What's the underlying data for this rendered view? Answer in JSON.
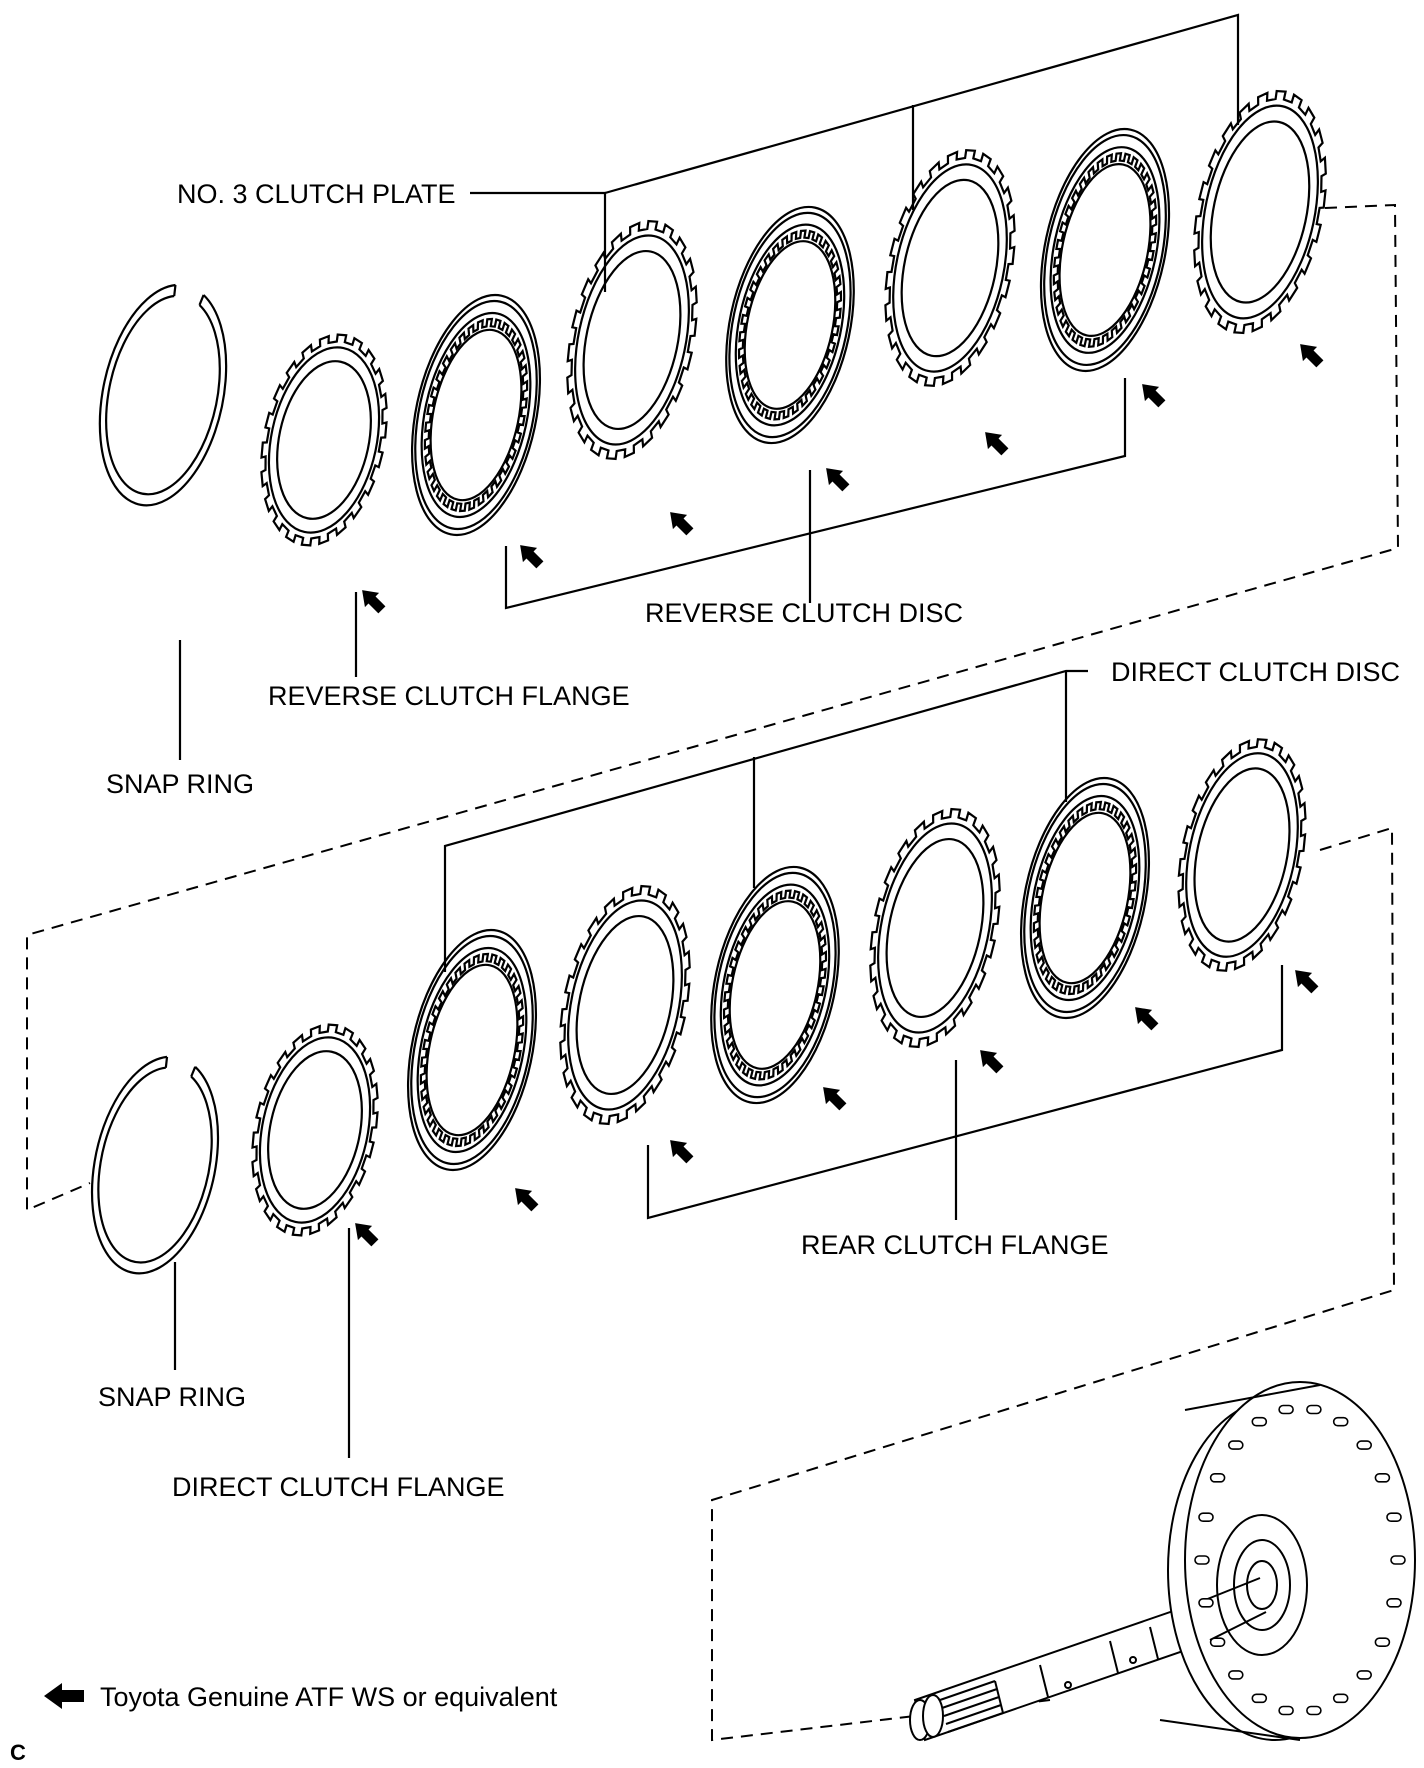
{
  "labels": {
    "no3_clutch_plate": "NO. 3 CLUTCH PLATE",
    "reverse_clutch_disc": "REVERSE CLUTCH DISC",
    "reverse_clutch_flange": "REVERSE CLUTCH FLANGE",
    "snap_ring_upper": "SNAP RING",
    "direct_clutch_disc": "DIRECT CLUTCH DISC",
    "rear_clutch_flange": "REAR CLUTCH FLANGE",
    "snap_ring_lower": "SNAP RING",
    "direct_clutch_flange": "DIRECT CLUTCH FLANGE"
  },
  "legend": {
    "text": "Toyota Genuine ATF WS or equivalent",
    "icon": "arrow-left-icon"
  },
  "corner_mark": "C"
}
